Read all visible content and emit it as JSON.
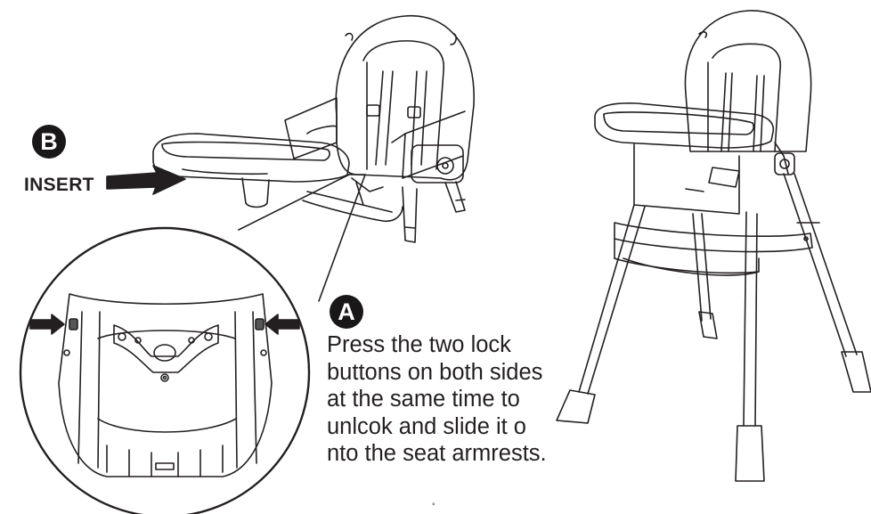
{
  "step_a": {
    "badge": "A"
  },
  "step_b": {
    "badge": "B",
    "label": "INSERT"
  },
  "instructions": {
    "lines": [
      "Press the two lock",
      "buttons on both sides",
      "at the same time to",
      "unlcok and slide it o",
      "nto the seat armrests."
    ]
  },
  "page_mark": "°",
  "colors": {
    "ink": "#231f20",
    "badge_fill": "#1a1718",
    "background": "#ffffff"
  },
  "icons": [
    "insert-arrow-icon",
    "left-press-arrow-icon",
    "right-press-arrow-icon"
  ]
}
